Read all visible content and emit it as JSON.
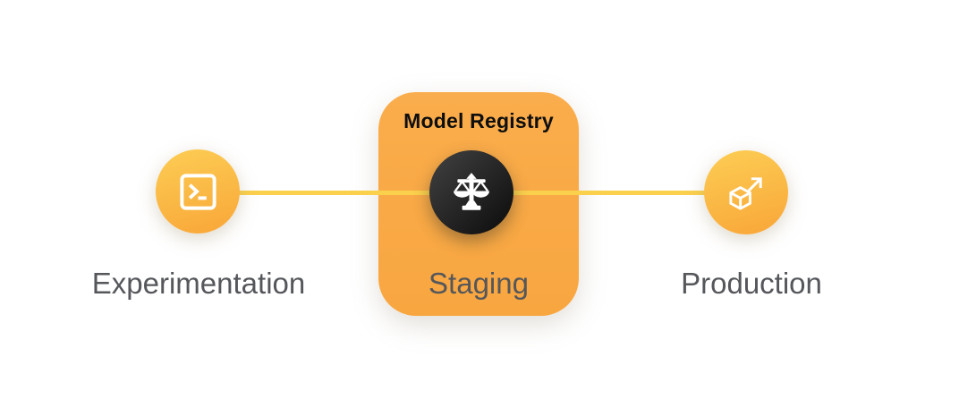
{
  "diagram": {
    "stages": [
      {
        "id": "experimentation",
        "label": "Experimentation",
        "icon": "terminal-icon"
      },
      {
        "id": "staging",
        "label": "Staging",
        "icon": "balance-scale-icon",
        "card_title": "Model Registry"
      },
      {
        "id": "production",
        "label": "Production",
        "icon": "cube-deploy-icon"
      }
    ],
    "colors": {
      "node_gradient_top": "#FCCA52",
      "node_gradient_bottom": "#F9A93A",
      "card_color": "#F9A945",
      "dark_badge_top": "#424242",
      "dark_badge_bottom": "#0B0B0B",
      "connector": "#FBD04C",
      "stage_label_text": "#55575B",
      "card_title_text": "#0E0E0E",
      "icon_color": "#FFFFFF"
    }
  }
}
